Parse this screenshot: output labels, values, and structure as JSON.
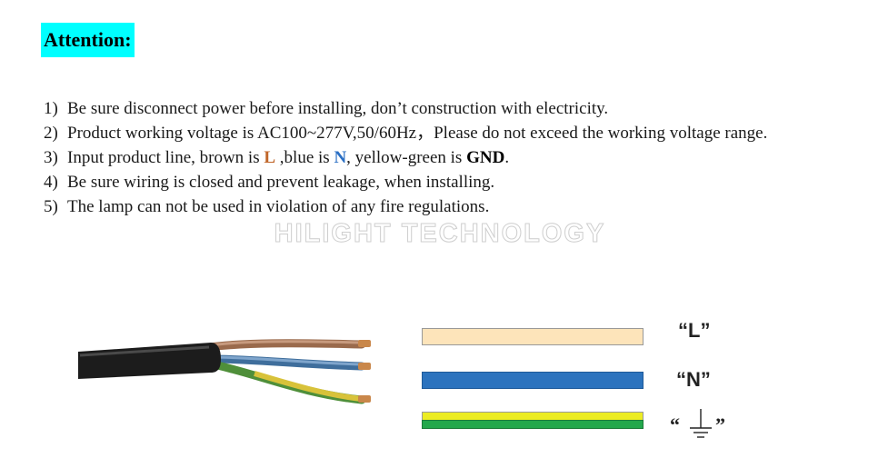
{
  "heading": "Attention:",
  "items": [
    {
      "num": "1)",
      "text": "Be sure disconnect power before installing, don’t construction with electricity."
    },
    {
      "num": "2)",
      "text": "Product working voltage is AC100~277V,50/60Hz，Please do not exceed the working voltage range."
    },
    {
      "num": "3)",
      "pre": "Input product line, brown is ",
      "brown": "L",
      "mid": " ,blue is ",
      "blue": "N",
      "mid2": ", yellow-green is ",
      "gnd": "GND",
      "post": "."
    },
    {
      "num": "4)",
      "text": "Be sure wiring is closed and prevent leakage, when installing."
    },
    {
      "num": "5)",
      "text": "The lamp can not be used in violation of any fire regulations."
    }
  ],
  "watermark": "HILIGHT TECHNOLOGY",
  "wire_labels": {
    "l": "“L”",
    "n": "“N”",
    "open_quote": "“",
    "close_quote": "”",
    "ground_icon": "earth-ground-icon"
  },
  "colors": {
    "heading_bg": "#00ffff",
    "brown": "#c0662a",
    "blue": "#2a6fc4",
    "bar_l": "#fde4ba",
    "bar_n": "#2c73be",
    "bar_yellow": "#ecec23",
    "bar_green": "#23a84c"
  }
}
